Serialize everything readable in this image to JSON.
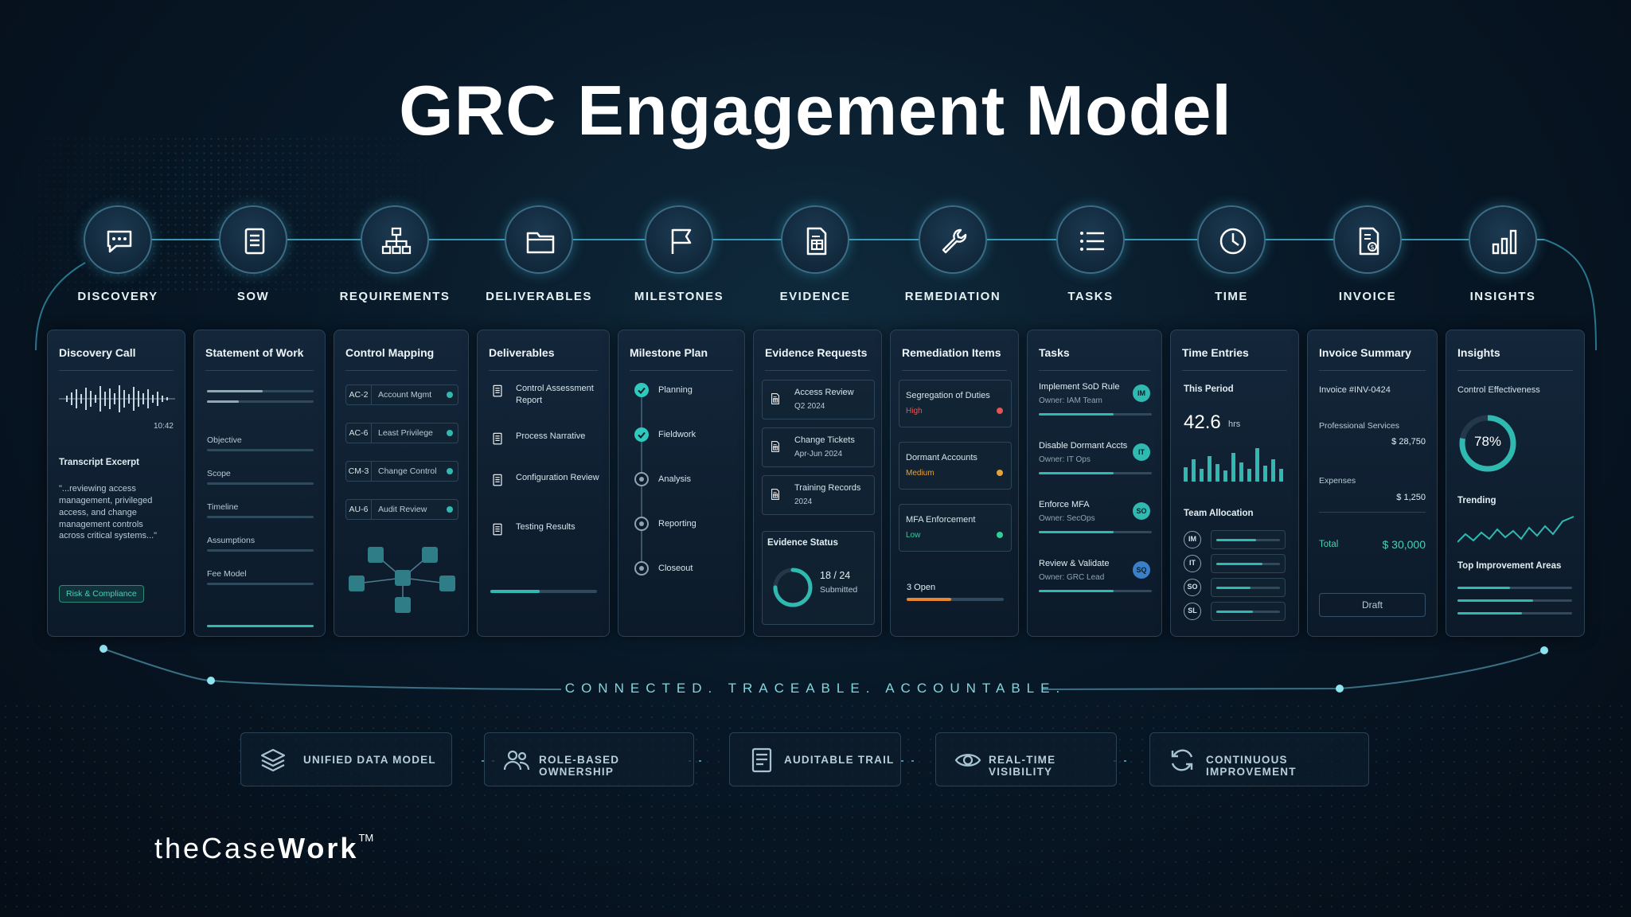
{
  "title": "GRC Engagement Model",
  "stages": [
    {
      "label": "DISCOVERY",
      "icon": "chat-bubble-icon"
    },
    {
      "label": "SOW",
      "icon": "document-icon"
    },
    {
      "label": "REQUIREMENTS",
      "icon": "hierarchy-icon"
    },
    {
      "label": "DELIVERABLES",
      "icon": "folder-icon"
    },
    {
      "label": "MILESTONES",
      "icon": "flag-icon"
    },
    {
      "label": "EVIDENCE",
      "icon": "evidence-document-icon"
    },
    {
      "label": "REMEDIATION",
      "icon": "wrench-icon"
    },
    {
      "label": "TASKS",
      "icon": "list-icon"
    },
    {
      "label": "TIME",
      "icon": "clock-icon"
    },
    {
      "label": "INVOICE",
      "icon": "invoice-icon"
    },
    {
      "label": "INSIGHTS",
      "icon": "bar-chart-icon"
    }
  ],
  "discovery": {
    "title": "Discovery Call",
    "time": "10:42",
    "excerpt_title": "Transcript Excerpt",
    "excerpt": "\"...reviewing access management, privileged access, and change management controls across critical systems...\"",
    "tag": "Risk & Compliance"
  },
  "sow": {
    "title": "Statement of Work",
    "fields": [
      "Objective",
      "Scope",
      "Timeline",
      "Assumptions",
      "Fee Model"
    ]
  },
  "requirements": {
    "title": "Control Mapping",
    "rows": [
      {
        "code": "AC-2",
        "name": "Account Mgmt"
      },
      {
        "code": "AC-6",
        "name": "Least Privilege"
      },
      {
        "code": "CM-3",
        "name": "Change Control"
      },
      {
        "code": "AU-6",
        "name": "Audit Review"
      }
    ]
  },
  "deliverables": {
    "title": "Deliverables",
    "items": [
      "Control Assessment Report",
      "Process Narrative",
      "Configuration Review",
      "Testing Results"
    ]
  },
  "milestones": {
    "title": "Milestone Plan",
    "items": [
      {
        "label": "Planning",
        "done": true
      },
      {
        "label": "Fieldwork",
        "done": true
      },
      {
        "label": "Analysis",
        "done": false
      },
      {
        "label": "Reporting",
        "done": false
      },
      {
        "label": "Closeout",
        "done": false
      }
    ]
  },
  "evidence": {
    "title": "Evidence Requests",
    "items": [
      {
        "name": "Access Review",
        "sub": "Q2 2024"
      },
      {
        "name": "Change Tickets",
        "sub": "Apr-Jun 2024"
      },
      {
        "name": "Training Records",
        "sub": "2024"
      }
    ],
    "status_title": "Evidence Status",
    "status_value": "18 / 24",
    "status_sub": "Submitted",
    "status_fraction": 0.75
  },
  "remediation": {
    "title": "Remediation Items",
    "items": [
      {
        "name": "Segregation of Duties",
        "level": "High",
        "color": "#e25555"
      },
      {
        "name": "Dormant Accounts",
        "level": "Medium",
        "color": "#e9a23b"
      },
      {
        "name": "MFA Enforcement",
        "level": "Low",
        "color": "#2fcf9a"
      }
    ],
    "open": "3 Open"
  },
  "tasks": {
    "title": "Tasks",
    "items": [
      {
        "name": "Implement SoD Rule",
        "owner": "Owner: IAM Team",
        "badge": "IM"
      },
      {
        "name": "Disable Dormant Accts",
        "owner": "Owner: IT Ops",
        "badge": "IT"
      },
      {
        "name": "Enforce MFA",
        "owner": "Owner: SecOps",
        "badge": "SO"
      },
      {
        "name": "Review & Validate",
        "owner": "Owner: GRC Lead",
        "badge": "SQ"
      }
    ]
  },
  "time": {
    "title": "Time Entries",
    "period": "This Period",
    "hours": "42.6",
    "unit": "hrs",
    "alloc_title": "Team Allocation",
    "people": [
      "IM",
      "IT",
      "SO",
      "SL"
    ]
  },
  "invoice": {
    "title": "Invoice Summary",
    "number": "Invoice #INV-0424",
    "services_label": "Professional Services",
    "services_value": "$ 28,750",
    "expenses_label": "Expenses",
    "expenses_value": "$ 1,250",
    "total_label": "Total",
    "total_value": "$ 30,000",
    "status": "Draft"
  },
  "insights": {
    "title": "Insights",
    "effectiveness_label": "Control Effectiveness",
    "effectiveness_value": "78%",
    "effectiveness_fraction": 0.78,
    "trending_label": "Trending",
    "areas_label": "Top Improvement Areas"
  },
  "tagline": "CONNECTED. TRACEABLE. ACCOUNTABLE.",
  "features": [
    {
      "label": "UNIFIED DATA MODEL",
      "icon": "layers-icon"
    },
    {
      "label": "ROLE-BASED OWNERSHIP",
      "icon": "users-icon"
    },
    {
      "label": "AUDITABLE TRAIL",
      "icon": "checklist-icon"
    },
    {
      "label": "REAL-TIME VISIBILITY",
      "icon": "eye-icon"
    },
    {
      "label": "CONTINUOUS IMPROVEMENT",
      "icon": "refresh-icon"
    }
  ],
  "brand": {
    "light": "the",
    "bold_a": "Case",
    "bold_b": "Work",
    "tm": "TM"
  },
  "colors": {
    "accent": "#2fb9b0",
    "line": "#3fb7d6",
    "background": "#081827"
  }
}
